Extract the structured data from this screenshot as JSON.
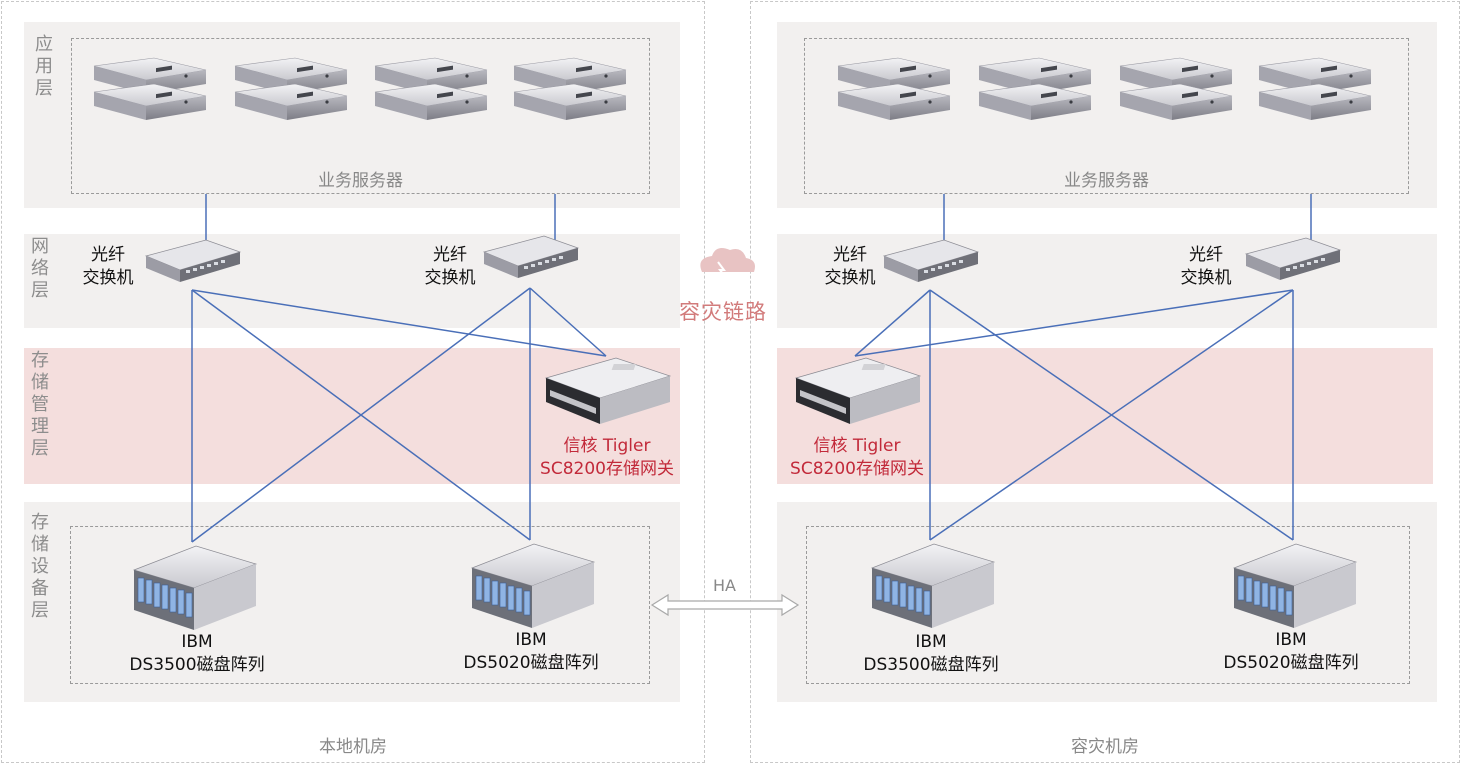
{
  "sites": {
    "local": {
      "name": "本地机房"
    },
    "dr": {
      "name": "容灾机房"
    }
  },
  "layers": {
    "app": [
      "应",
      "用",
      "层"
    ],
    "network": [
      "网",
      "络",
      "层"
    ],
    "storage_mgmt": [
      "存",
      "储",
      "管",
      "理",
      "层"
    ],
    "storage_dev": [
      "存",
      "储",
      "设",
      "备",
      "层"
    ]
  },
  "captions": {
    "business_servers": "业务服务器"
  },
  "switch": {
    "line1": "光纤",
    "line2": "交换机"
  },
  "gateway": {
    "line1": "信核 Tigler",
    "line2": "SC8200存储网关"
  },
  "storage": {
    "ds3500": {
      "line1": "IBM",
      "line2": "DS3500磁盘阵列"
    },
    "ds5020": {
      "line1": "IBM",
      "line2": "DS5020磁盘阵列"
    }
  },
  "dr_link": {
    "label": "容灾链路"
  },
  "ha": {
    "label": "HA"
  },
  "colors": {
    "band": "#f2f0ef",
    "storage_mgmt_band": "#f4dedd",
    "link_line": "#4a6fb8",
    "accent_red": "#c22a3a",
    "dr_link_text": "#d27b7b"
  }
}
